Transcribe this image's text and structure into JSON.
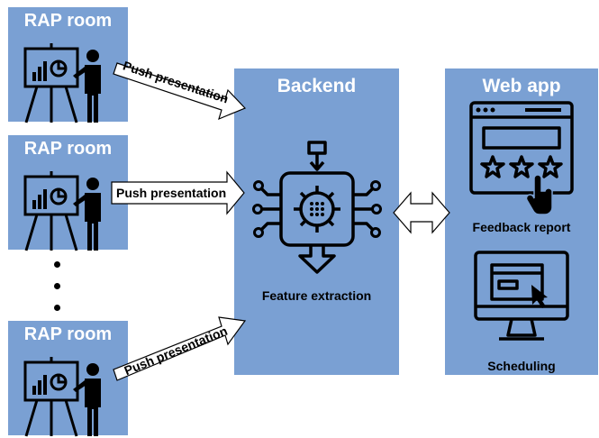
{
  "rooms": [
    {
      "title": "RAP room"
    },
    {
      "title": "RAP room"
    },
    {
      "title": "RAP room"
    }
  ],
  "arrows": [
    {
      "label": "Push presentation"
    },
    {
      "label": "Push presentation"
    },
    {
      "label": "Push presentation"
    }
  ],
  "backend": {
    "title": "Backend",
    "caption": "Feature extraction",
    "icon": "ai-chip-gear-icon"
  },
  "webapp": {
    "title": "Web app",
    "feedback_caption": "Feedback report",
    "feedback_icon": "browser-rating-icon",
    "scheduling_caption": "Scheduling",
    "scheduling_icon": "monitor-click-icon"
  },
  "colors": {
    "panel": "#7aa0d3",
    "title_text": "#ffffff",
    "icon": "#000000"
  }
}
